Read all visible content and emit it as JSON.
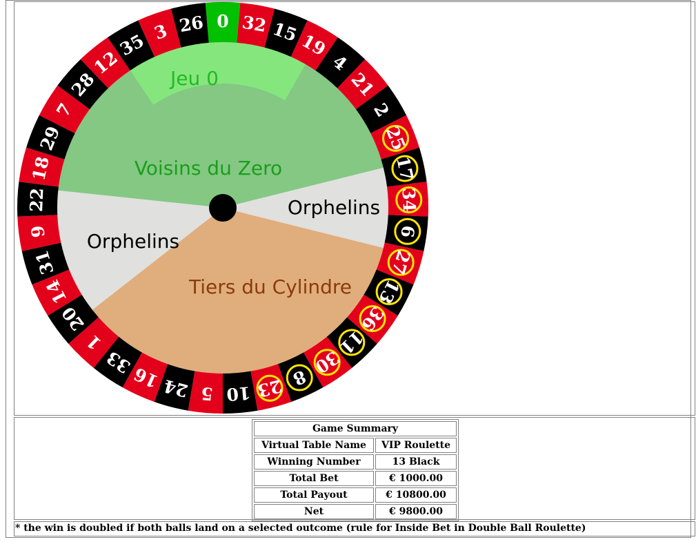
{
  "wheel": {
    "order": [
      0,
      32,
      15,
      19,
      4,
      21,
      2,
      25,
      17,
      34,
      6,
      27,
      13,
      36,
      11,
      30,
      8,
      23,
      10,
      5,
      24,
      16,
      33,
      1,
      20,
      14,
      31,
      9,
      22,
      18,
      29,
      7,
      28,
      12,
      35,
      3,
      26
    ],
    "red_numbers": [
      1,
      3,
      5,
      7,
      9,
      12,
      14,
      16,
      18,
      19,
      21,
      23,
      25,
      27,
      30,
      32,
      34,
      36
    ],
    "highlighted_numbers": [
      25,
      17,
      34,
      6,
      27,
      13,
      36,
      11,
      30,
      8,
      23
    ],
    "colors": {
      "red": "#e3001b",
      "black": "#000000",
      "green": "#00c000",
      "highlight": "#ffe600"
    },
    "sectors": {
      "jeu0": {
        "label": "Jeu 0",
        "color": "#86e67e",
        "text_color": "#22bb22"
      },
      "voisins": {
        "label": "Voisins du Zero",
        "color": "#84c884",
        "text_color": "#1b9e1b"
      },
      "orphelins_right": {
        "label": "Orphelins",
        "color": "#e0e0de",
        "text_color": "#000000"
      },
      "orphelins_left": {
        "label": "Orphelins",
        "color": "#e0e0de",
        "text_color": "#000000"
      },
      "tiers": {
        "label": "Tiers du Cylindre",
        "color": "#e0ae7c",
        "text_color": "#8b3a0e"
      }
    }
  },
  "summary": {
    "title": "Game Summary",
    "rows": [
      {
        "label": "Virtual Table Name",
        "value": "VIP Roulette"
      },
      {
        "label": "Winning Number",
        "value": "13 Black"
      },
      {
        "label": "Total Bet",
        "value": "€ 1000.00"
      },
      {
        "label": "Total Payout",
        "value": "€ 10800.00"
      },
      {
        "label": "Net",
        "value": "€ 9800.00"
      }
    ]
  },
  "footnote": "* the win is doubled if both balls land on a selected outcome (rule for Inside Bet in Double Ball Roulette)"
}
